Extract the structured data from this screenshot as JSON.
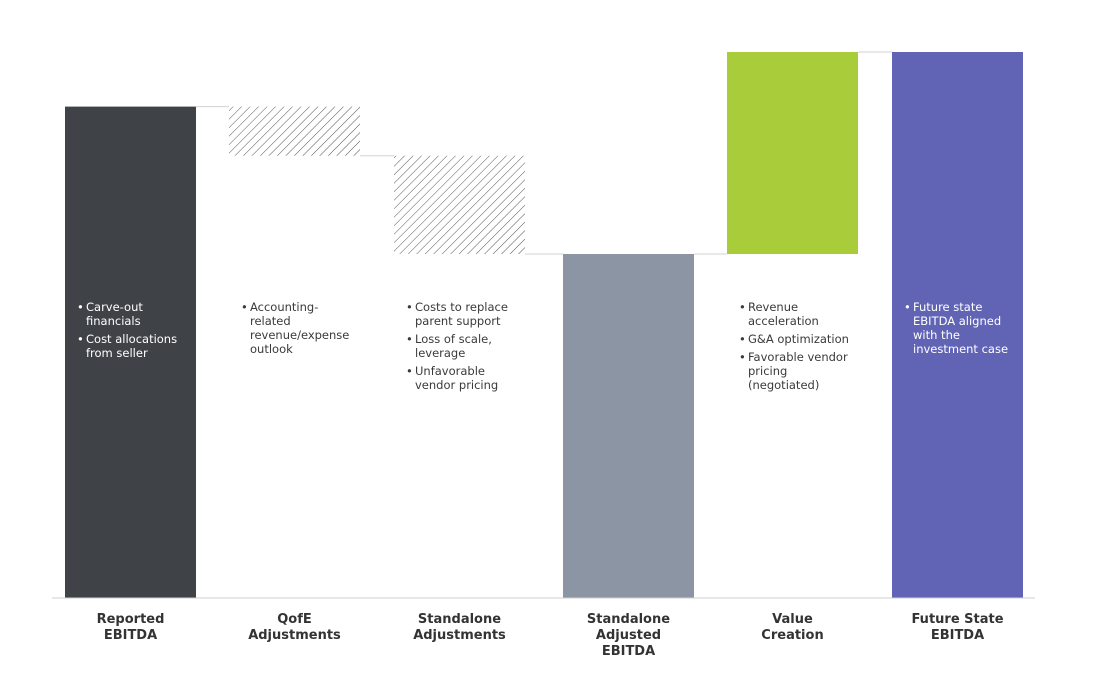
{
  "chart_data": {
    "type": "waterfall",
    "title": "",
    "xlabel": "",
    "ylabel": "",
    "ylim": [
      0,
      100
    ],
    "grid": false,
    "legend": "none",
    "categories": [
      {
        "label_lines": [
          "Reported",
          "EBITDA"
        ],
        "kind": "total",
        "start": 0,
        "end": 90,
        "color": "#3f4247",
        "bullets": [
          "Carve-out financials",
          "Cost allocations from seller"
        ],
        "bullets_light": true
      },
      {
        "label_lines": [
          "QofE",
          "Adjustments"
        ],
        "kind": "decrease",
        "start": 90,
        "end": 81,
        "color": "hatch",
        "bullets": [
          "Accounting-related revenue/expense outlook"
        ],
        "bullets_light": false
      },
      {
        "label_lines": [
          "Standalone",
          "Adjustments"
        ],
        "kind": "decrease",
        "start": 81,
        "end": 63,
        "color": "hatch",
        "bullets": [
          "Costs to replace parent support",
          "Loss of scale, leverage",
          "Unfavorable vendor pricing"
        ],
        "bullets_light": false
      },
      {
        "label_lines": [
          "Standalone",
          "Adjusted",
          "EBITDA"
        ],
        "kind": "total",
        "start": 0,
        "end": 63,
        "color": "#8c95a3",
        "bullets": [],
        "bullets_light": false
      },
      {
        "label_lines": [
          "Value",
          "Creation"
        ],
        "kind": "increase",
        "start": 63,
        "end": 100,
        "color": "#a9cd3a",
        "bullets": [
          "Revenue acceleration",
          "G&A optimization",
          "Favorable vendor pricing (negotiated)"
        ],
        "bullets_light": false
      },
      {
        "label_lines": [
          "Future State",
          "EBITDA"
        ],
        "kind": "total",
        "start": 0,
        "end": 100,
        "color": "#6163b4",
        "bullets": [
          "Future state EBITDA aligned with the investment case"
        ],
        "bullets_light": true
      }
    ]
  }
}
